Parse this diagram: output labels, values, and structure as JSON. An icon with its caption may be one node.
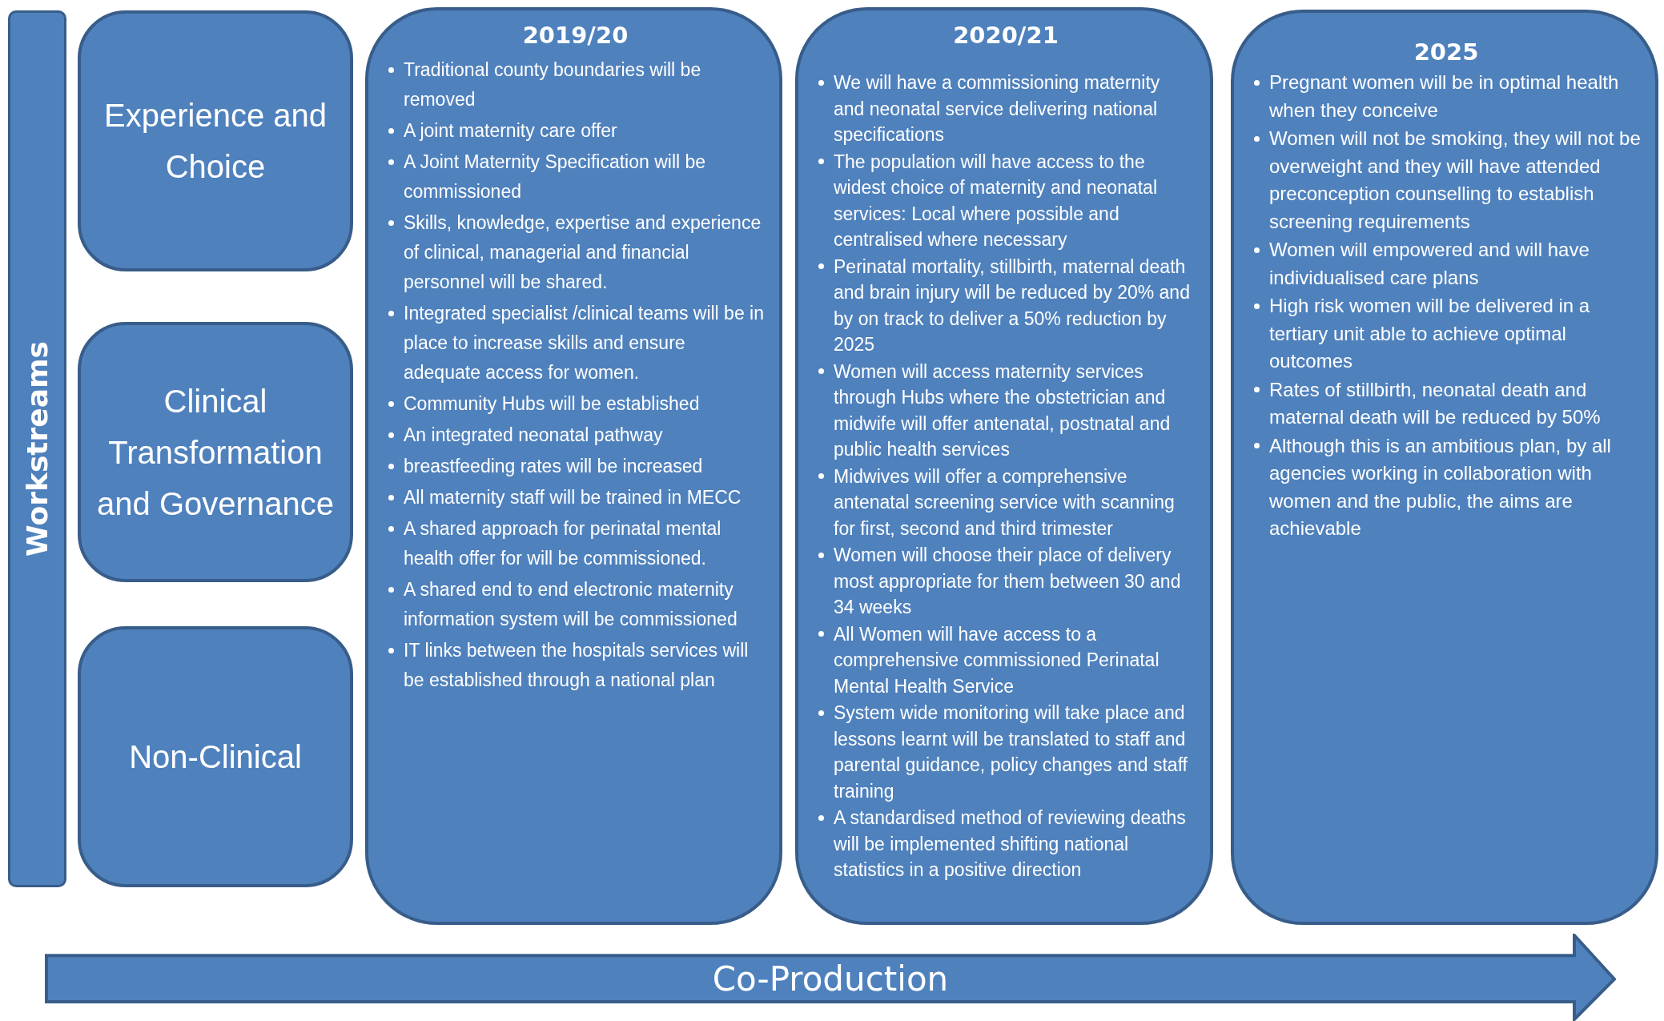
{
  "diagram": {
    "nodes": [
      {
        "text": [
          "Workstreams"
        ]
      },
      {
        "text": [
          "Experience and Choice"
        ]
      },
      {
        "text": [
          "Clinical Transformation and Governance"
        ]
      },
      {
        "text": [
          "Non-Clinical"
        ]
      },
      {
        "text": [
          "2019/20",
          "Traditional county boundaries will be removed",
          "A joint maternity care offer",
          "A Joint Maternity Specification will be commissioned",
          "Skills, knowledge, expertise and experience of clinical, managerial and financial personnel will be shared.",
          "Integrated specialist /clinical teams will be in place to increase skills and ensure adequate access for women.",
          "Community Hubs  will be established",
          "An integrated neonatal pathway",
          "breastfeeding rates will be increased",
          "All maternity staff will be trained in MECC",
          "A shared approach for perinatal mental health offer for will be commissioned.",
          "A shared end to end electronic maternity information system will be commissioned",
          "IT links between the hospitals services will be established through a national plan"
        ]
      },
      {
        "text": [
          "2020/21",
          "We will have a commissioning maternity and neonatal service delivering national specifications",
          "The population will have access to the widest choice of maternity and neonatal services:  Local where possible and centralised where necessary",
          "Perinatal mortality, stillbirth, maternal death and brain injury will be reduced by 20% and by on track to deliver a 50% reduction by 2025",
          "Women will access maternity services through Hubs where the obstetrician and midwife will offer antenatal, postnatal and public health services",
          "Midwives will offer a comprehensive antenatal screening service with scanning for first, second and third trimester",
          "Women will choose their place of delivery most appropriate for them between 30 and 34 weeks",
          "All Women will have access to a comprehensive commissioned Perinatal Mental Health Service",
          "System wide monitoring will take place and lessons learnt will be translated to staff and parental guidance, policy changes  and staff training",
          "A standardised method of reviewing deaths will be implemented shifting national statistics  in a positive direction"
        ]
      },
      {
        "text": [
          "2025",
          "Pregnant women will be in optimal health when they conceive",
          "Women will not be smoking, they will not be overweight and they will have attended preconception counselling to establish screening requirements",
          "Women will empowered and will have individualised care plans",
          "High risk women will be delivered in a tertiary unit able to achieve optimal outcomes",
          "Rates of stillbirth, neonatal death and maternal death will be reduced by 50%",
          "Although this is an ambitious plan, by all agencies working in collaboration with women and the public, the aims are achievable"
        ]
      },
      {
        "text": [
          "Co-Production"
        ]
      }
    ]
  }
}
